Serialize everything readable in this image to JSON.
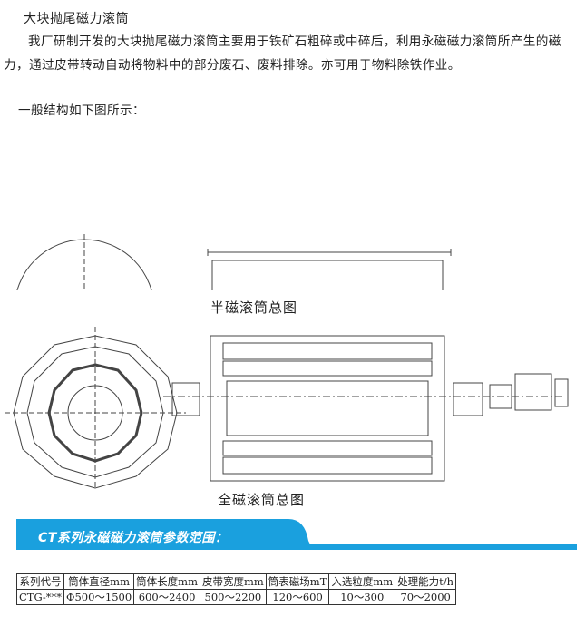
{
  "title": "大块抛尾磁力滚筒",
  "intro": "我厂研制开发的大块抛尾磁力滚筒主要用于铁矿石粗碎或中碎后，利用永磁磁力滚筒所产生的磁力，通过皮带转动自动将物料中的部分废石、废料排除。亦可用于物料除铁作业。",
  "structure_note": "一般结构如下图所示：",
  "drawing1_caption": "半磁滚筒总图",
  "drawing2_caption": "全磁滚筒总图",
  "params_banner": "CT系列永磁磁力滚筒参数范围：",
  "params_table": {
    "headers": [
      "系列代号",
      "筒体直径mm",
      "筒体长度mm",
      "皮带宽度mm",
      "筒表磁场mT",
      "入选粒度mm",
      "处理能力t/h"
    ],
    "rows": [
      [
        "CTG-***",
        "Φ500～1500",
        "600～2400",
        "500～2200",
        "120～600",
        "10～300",
        "70～2000"
      ]
    ]
  },
  "colors": {
    "banner": "#1aa0de",
    "line": "#444444"
  }
}
